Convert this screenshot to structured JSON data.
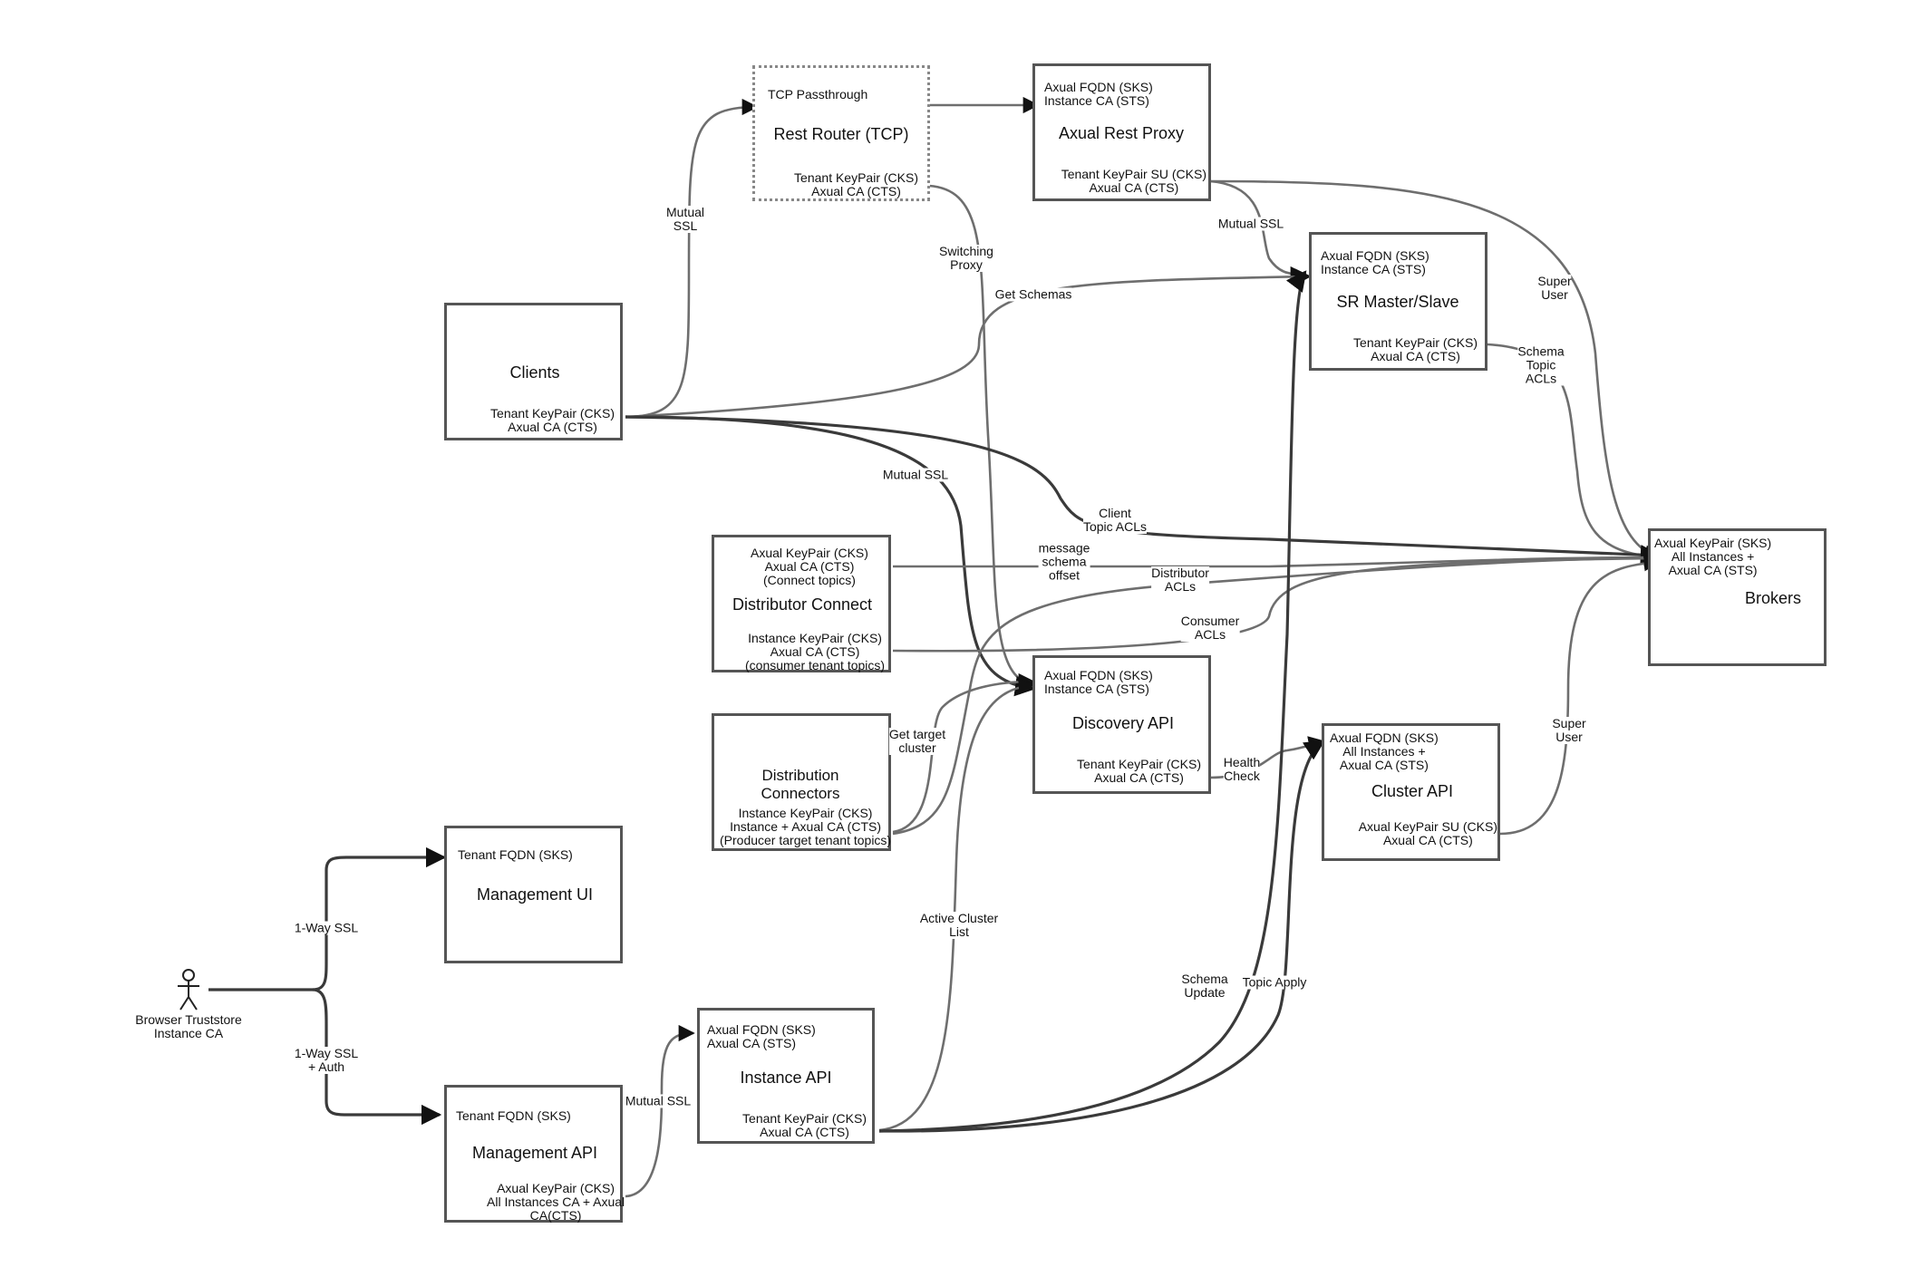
{
  "nodes": {
    "rest_router": {
      "top": "TCP Passthrough",
      "title": "Rest Router (TCP)",
      "bottom": "Tenant KeyPair (CKS)\nAxual CA (CTS)"
    },
    "rest_proxy": {
      "top": "Axual FQDN (SKS)\nInstance CA (STS)",
      "title": "Axual Rest Proxy",
      "bottom": "Tenant KeyPair SU (CKS)\nAxual CA (CTS)"
    },
    "sr": {
      "top": "Axual FQDN (SKS)\nInstance CA (STS)",
      "title": "SR Master/Slave",
      "bottom": "Tenant KeyPair (CKS)\nAxual CA (CTS)"
    },
    "clients": {
      "title": "Clients",
      "bottom": "Tenant KeyPair (CKS)\nAxual CA (CTS)"
    },
    "distributor_connect": {
      "top": "Axual KeyPair (CKS)\nAxual CA (CTS)\n(Connect topics)",
      "title": "Distributor Connect",
      "bottom": "Instance KeyPair (CKS)\nAxual CA (CTS)\n(consumer tenant topics)"
    },
    "brokers": {
      "top": "Axual KeyPair (SKS)\nAll Instances +\nAxual CA (STS)",
      "title": "Brokers"
    },
    "discovery_api": {
      "top": "Axual FQDN (SKS)\nInstance CA (STS)",
      "title": "Discovery API",
      "bottom": "Tenant KeyPair (CKS)\nAxual CA (CTS)"
    },
    "distribution_connectors": {
      "title": "Distribution\nConnectors",
      "bottom": "Instance KeyPair (CKS)\nInstance + Axual CA (CTS)\n(Producer target tenant topics)"
    },
    "cluster_api": {
      "top": "Axual FQDN (SKS)\nAll Instances +\nAxual CA (STS)",
      "title": "Cluster API",
      "bottom": "Axual KeyPair SU (CKS)\nAxual CA (CTS)"
    },
    "management_ui": {
      "top": "Tenant FQDN (SKS)",
      "title": "Management UI"
    },
    "instance_api": {
      "top": "Axual FQDN (SKS)\nAxual CA (STS)",
      "title": "Instance API",
      "bottom": "Tenant KeyPair (CKS)\nAxual CA (CTS)"
    },
    "management_api": {
      "top": "Tenant FQDN (SKS)",
      "title": "Management API",
      "bottom": "Axual KeyPair (CKS)\nAll Instances CA + Axual\nCA(CTS)"
    }
  },
  "actor": {
    "label": "Browser Truststore\nInstance CA",
    "icon": "person-icon"
  },
  "edge_labels": {
    "mutual_ssl_router": "Mutual\nSSL",
    "switching_proxy": "Switching\nProxy",
    "get_schemas": "Get Schemas",
    "mutual_ssl_sr": "Mutual SSL",
    "super_user_proxy": "Super\nUser",
    "schema_topic_acls": "Schema\nTopic\nACLs",
    "mutual_ssl_discovery": "Mutual SSL",
    "client_topic_acls": "Client\nTopic ACLs",
    "message_schema_offset": "message\nschema\noffset",
    "distributor_acls": "Distributor\nACLs",
    "consumer_acls": "Consumer\nACLs",
    "get_target_cluster": "Get target\ncluster",
    "health_check": "Health\nCheck",
    "super_user_cluster": "Super\nUser",
    "active_cluster_list": "Active Cluster\nList",
    "schema_update": "Schema\nUpdate",
    "topic_apply": "Topic Apply",
    "one_way_ssl": "1-Way SSL",
    "one_way_ssl_auth": "1-Way SSL\n+ Auth",
    "mutual_ssl_mgmt": "Mutual SSL"
  }
}
